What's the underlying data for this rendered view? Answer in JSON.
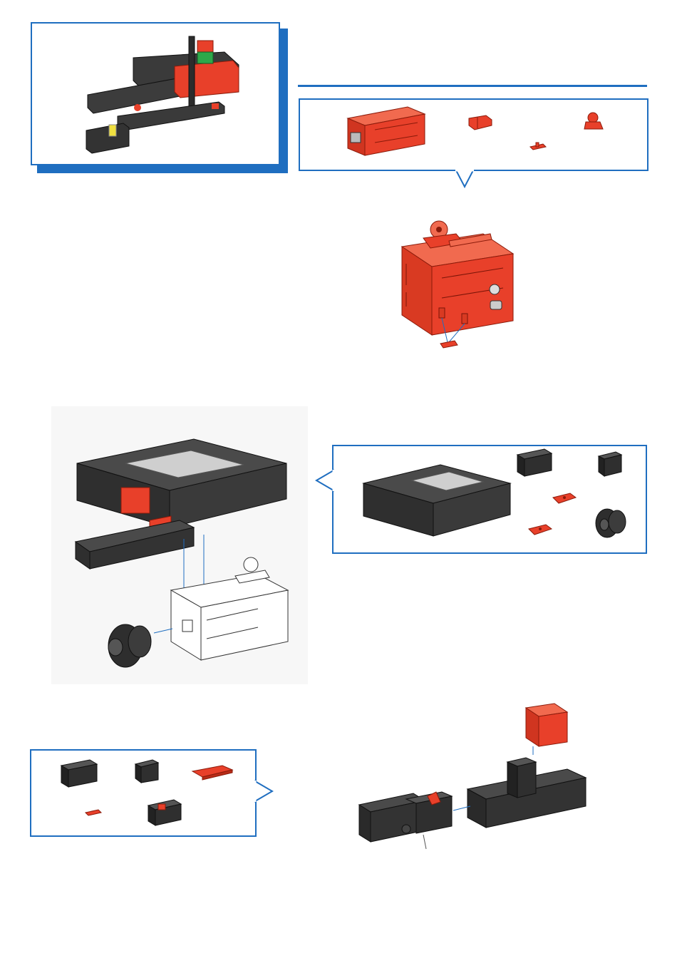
{
  "page": {
    "background": "#ffffff",
    "accent_color": "#1f6ec0",
    "part_red": "#e8402a",
    "part_dark": "#2a2a2a"
  },
  "preview": {
    "icon": "assembled-model-preview"
  },
  "parts_list_1": {
    "items": [
      "mini-motor-part",
      "red-clip-part",
      "red-pin-part",
      "red-hinge-part"
    ]
  },
  "step_1": {
    "icon": "motor-assembly"
  },
  "parts_list_2": {
    "items": [
      "controller-part",
      "black-block-part",
      "black-small-block-part",
      "red-plate-part",
      "red-plate-part",
      "wheel-hub-part"
    ]
  },
  "step_2": {
    "icon": "controller-motor-assembly"
  },
  "parts_list_3": {
    "items": [
      "black-block-part",
      "black-small-block-part",
      "red-flat-plate-part",
      "red-pin-part",
      "switch-part"
    ]
  },
  "step_3": {
    "icon": "base-assembly"
  }
}
